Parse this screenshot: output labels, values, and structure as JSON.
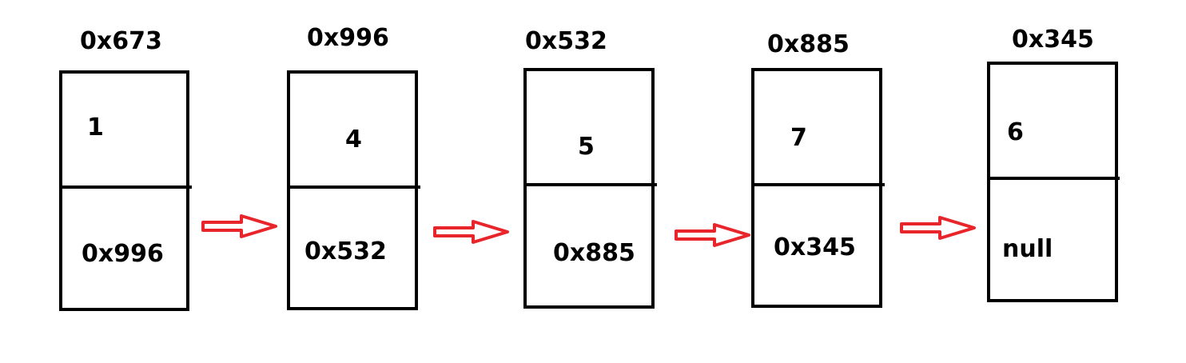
{
  "nodes": [
    {
      "address": "0x673",
      "value": "1",
      "next": "0x996"
    },
    {
      "address": "0x996",
      "value": "4",
      "next": "0x532"
    },
    {
      "address": "0x532",
      "value": "5",
      "next": "0x885"
    },
    {
      "address": "0x885",
      "value": "7",
      "next": "0x345"
    },
    {
      "address": "0x345",
      "value": "6",
      "next": "null"
    }
  ],
  "colors": {
    "arrow": "#e8252b",
    "stroke": "#000000"
  }
}
